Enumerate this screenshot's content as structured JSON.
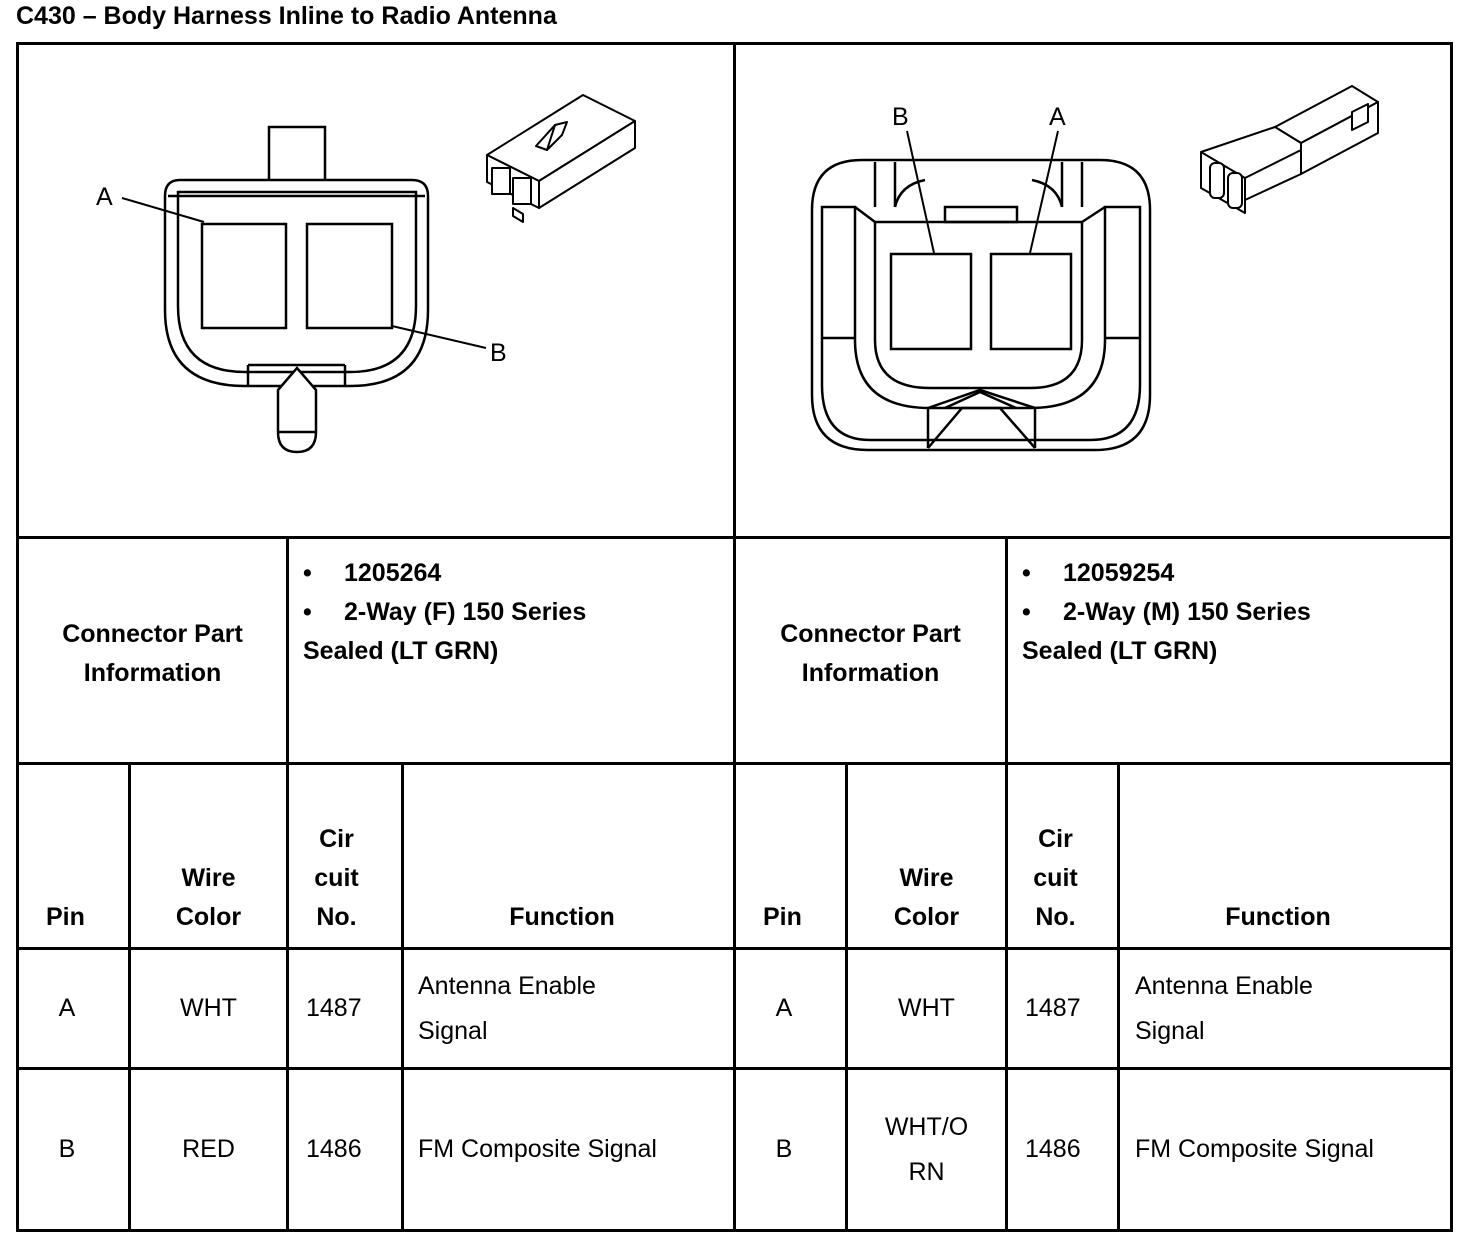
{
  "title": "C430 – Body Harness Inline to Radio Antenna",
  "left": {
    "pin_a": "A",
    "pin_b": "B",
    "info_label_1": "Connector Part",
    "info_label_2": "Information",
    "part_number": "1205264",
    "description_1": "2-Way (F) 150 Series",
    "description_2": "Sealed (LT GRN)",
    "headers": {
      "pin": "Pin",
      "wire_1": "Wire",
      "wire_2": "Color",
      "circ_1": "Cir",
      "circ_2": "cuit",
      "circ_3": "No.",
      "function": "Function"
    },
    "rows": [
      {
        "pin": "A",
        "wire": "WHT",
        "circuit": "1487",
        "function_1": "Antenna Enable",
        "function_2": "Signal"
      },
      {
        "pin": "B",
        "wire": "RED",
        "circuit": "1486",
        "function_1": "FM Composite Signal",
        "function_2": ""
      }
    ]
  },
  "right": {
    "pin_a": "A",
    "pin_b": "B",
    "info_label_1": "Connector Part",
    "info_label_2": "Information",
    "part_number": "12059254",
    "description_1": "2-Way (M) 150 Series",
    "description_2": "Sealed (LT GRN)",
    "headers": {
      "pin": "Pin",
      "wire_1": "Wire",
      "wire_2": "Color",
      "circ_1": "Cir",
      "circ_2": "cuit",
      "circ_3": "No.",
      "function": "Function"
    },
    "rows": [
      {
        "pin": "A",
        "wire_1": "WHT",
        "wire_2": "",
        "circuit": "1487",
        "function_1": "Antenna Enable",
        "function_2": "Signal"
      },
      {
        "pin": "B",
        "wire_1": "WHT/O",
        "wire_2": "RN",
        "circuit": "1486",
        "function_1": "FM Composite Signal",
        "function_2": ""
      }
    ]
  },
  "bullet_symbol": "•"
}
